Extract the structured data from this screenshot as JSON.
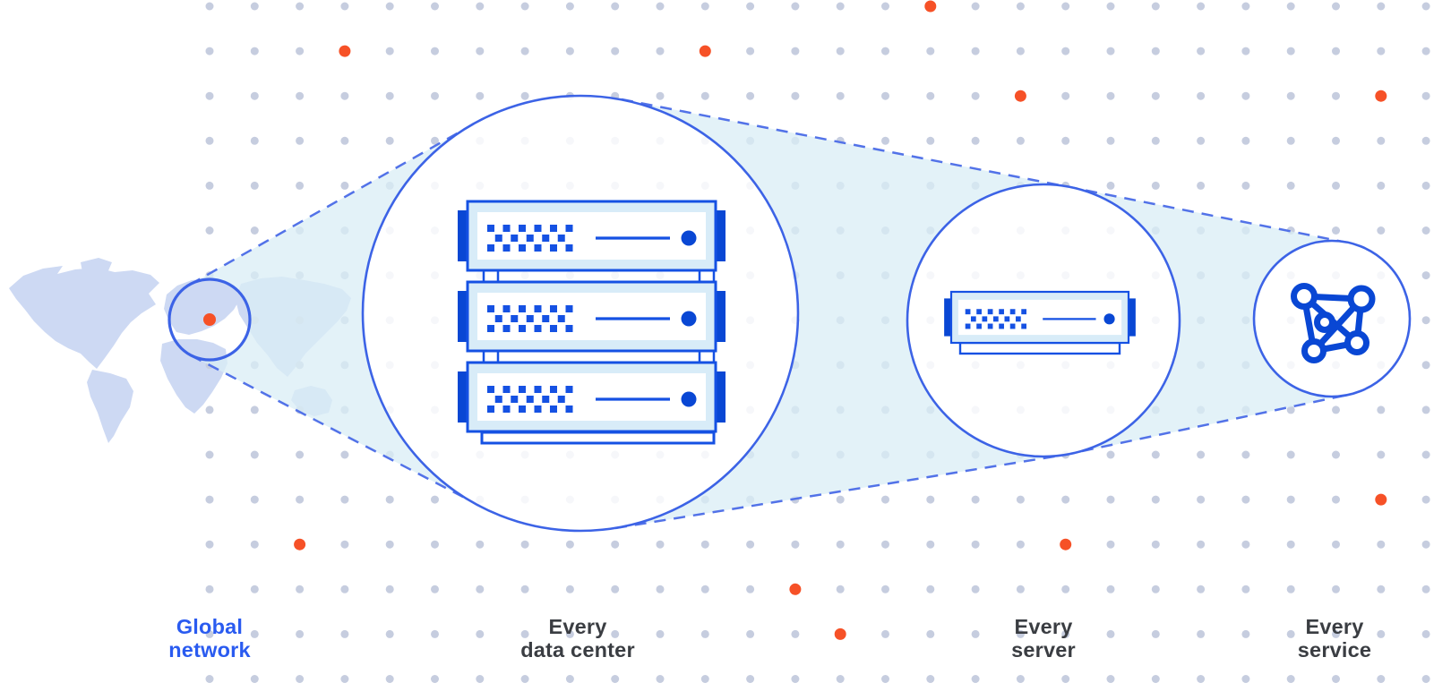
{
  "colors": {
    "background": "#ffffff",
    "accent_blue": "#3c63e6",
    "dash_blue": "#5272e8",
    "beam_fill": "#d9edf5",
    "map_fill": "#cdd9f3",
    "grid_dot": "#c6cddf",
    "orange_dot": "#f65127",
    "server_stroke": "#1551e3",
    "server_dark": "#0947d4",
    "server_light_fill": "#d8ecf8",
    "label_dark": "#3a3d42",
    "label_blue": "#2a5bf0"
  },
  "labels": {
    "global_network": {
      "line1": "Global",
      "line2": "network"
    },
    "every_data_center": {
      "line1": "Every",
      "line2": "data center"
    },
    "every_server": {
      "line1": "Every",
      "line2": "server"
    },
    "every_service": {
      "line1": "Every",
      "line2": "service"
    }
  },
  "icons": {
    "world_map": "world-map-silhouette",
    "location_marker": "orange-location-dot",
    "data_center": "stacked-rack-servers-icon",
    "server": "rack-server-icon",
    "service": "network-mesh-icon",
    "background_pattern": "dot-grid"
  }
}
